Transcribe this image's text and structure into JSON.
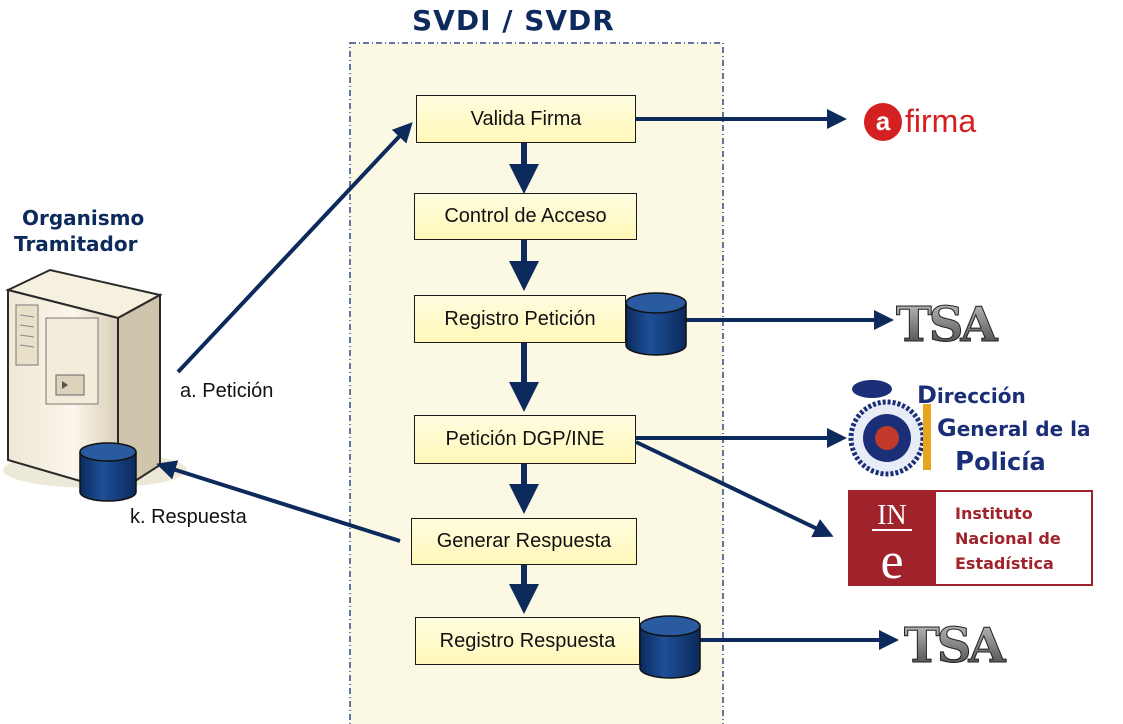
{
  "title": "SVDI / SVDR",
  "organismo": {
    "line1": "Organismo",
    "line2": "Tramitador"
  },
  "flow_steps": [
    "Valida Firma",
    "Control de Acceso",
    "Registro Petición",
    "Petición DGP/INE",
    "Generar Respuesta",
    "Registro Respuesta"
  ],
  "edge_labels": {
    "request": "a. Petición",
    "response": "k. Respuesta"
  },
  "external": {
    "afirma": {
      "letter": "a",
      "text": "firma"
    },
    "tsa": "TSA",
    "dgp": {
      "initial1": "D",
      "rest1": "irección",
      "initial2": "G",
      "rest2": "eneral de la",
      "initial3": "P",
      "rest3": "olicía"
    },
    "ine": {
      "abbr_top": "IN",
      "abbr_bottom": "e",
      "line1": "Instituto",
      "line2": "Nacional de",
      "line3": "Estadística"
    }
  },
  "colors": {
    "arrow": "#0d2a5c",
    "panel": "#fbf9e4",
    "box_fill": "#fff9c4",
    "afirma_red": "#d42020",
    "ine_red": "#a0222a",
    "dgp_blue": "#1b2f78",
    "dgp_gold": "#e6a51e"
  },
  "icons": [
    "server-icon",
    "database-icon",
    "police-shield-icon"
  ]
}
